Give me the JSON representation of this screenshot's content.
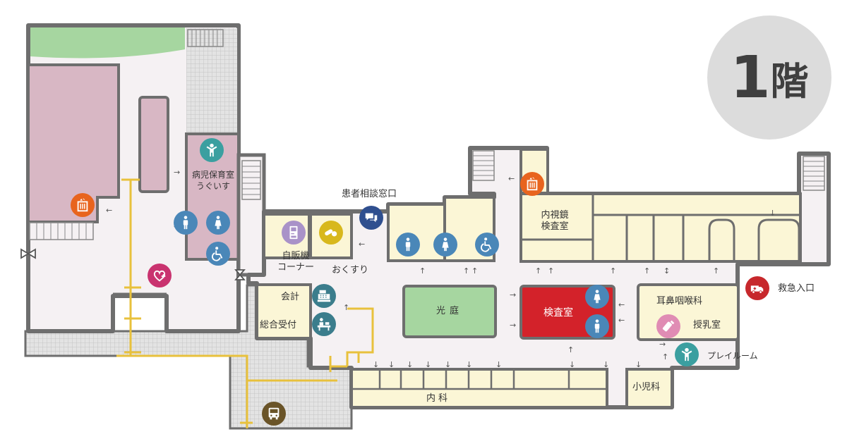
{
  "floor_badge": {
    "number": "1",
    "suffix": "階"
  },
  "colors": {
    "wall": "#6e6e6e",
    "corridor": "#f5f1f3",
    "room_cream": "#fbf6d6",
    "pink_room": "#d8b7c4",
    "exam_red": "#d3222a",
    "courtyard_green": "#a6d6a0",
    "lawn_green": "#a6d6a0",
    "route_yellow": "#e8c13c",
    "plaza_gray": "#dcdcdc",
    "icon_blue": "#4a87b8",
    "icon_teal": "#3b9fa0",
    "icon_orange": "#e8641e",
    "icon_navy": "#2f4f8f",
    "icon_purple": "#a992c8",
    "icon_yellow": "#d8b81c",
    "icon_magenta": "#c9336f",
    "icon_brown": "#6a5428",
    "icon_red": "#c7282c",
    "icon_pink": "#e08cb4",
    "badge_gray": "#dcdcdc"
  },
  "labels": {
    "sick_child_care": "病児保育室",
    "uguisu": "うぐいす",
    "patient_consult": "患者相談窓口",
    "vending": "自販機",
    "vending_corner": "コーナー",
    "medicine": "おくすり",
    "endoscopy_1": "内視鏡",
    "endoscopy_2": "検査室",
    "accounting": "会計",
    "reception": "総合受付",
    "courtyard": "光庭",
    "exam_room": "検査室",
    "ent": "耳鼻咽喉科",
    "nursing": "授乳室",
    "emergency": "救急入口",
    "playroom": "プレイルーム",
    "internal_medicine": "内科",
    "pediatrics": "小児科"
  },
  "icons": {
    "child": "child-icon",
    "elevator": "elevator-icon",
    "male_restroom": "male-restroom-icon",
    "female_restroom": "female-restroom-icon",
    "wheelchair": "wheelchair-icon",
    "heart_plus": "heart-plus-icon",
    "vending_machine": "vending-machine-icon",
    "pills": "pill-icon",
    "chat": "chat-bubble-icon",
    "register": "cash-register-icon",
    "reception_desk": "reception-desk-icon",
    "baby_bottle": "baby-bottle-icon",
    "ambulance": "ambulance-icon",
    "bus": "bus-icon"
  }
}
